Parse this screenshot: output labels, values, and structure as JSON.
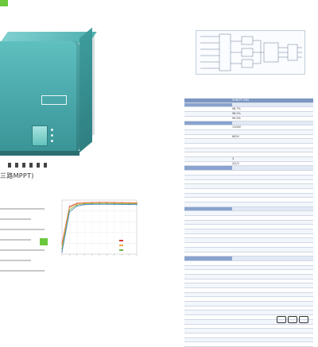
{
  "left": {
    "headline": "三路MPPT)",
    "chart_title": ""
  },
  "chart_data": {
    "type": "line",
    "title": "",
    "xlabel": "",
    "ylabel": "",
    "x": [
      0,
      10,
      20,
      30,
      40,
      50,
      60,
      70,
      80,
      90,
      100
    ],
    "ylim": [
      0,
      100
    ],
    "grid": true,
    "series": [
      {
        "values": [
          60,
          94,
          97,
          97.6,
          97.8,
          97.9,
          97.9,
          97.8,
          97.7,
          97.6,
          97.5
        ],
        "color": "#d9383a"
      },
      {
        "values": [
          58,
          93,
          96.5,
          97.2,
          97.4,
          97.5,
          97.5,
          97.4,
          97.3,
          97.2,
          97.1
        ],
        "color": "#f0a23b"
      },
      {
        "values": [
          55,
          91,
          95.5,
          96.5,
          96.8,
          96.9,
          96.9,
          96.8,
          96.7,
          96.6,
          96.5
        ],
        "color": "#6cb84a"
      },
      {
        "values": [
          52,
          89,
          94.5,
          95.8,
          96.1,
          96.2,
          96.2,
          96.1,
          96.0,
          95.9,
          95.8
        ],
        "color": "#3f7cc4"
      }
    ],
    "legend": {
      "entries": [
        "",
        "",
        ""
      ],
      "position": "bottom-right"
    }
  },
  "diagram": {
    "title": ""
  },
  "spec": {
    "title": "",
    "header": {
      "label": "",
      "value": "SUN(PT-33K)"
    },
    "rows": [
      {
        "label": "",
        "value": "",
        "group": true
      },
      {
        "label": "",
        "value": "98.7%"
      },
      {
        "label": "",
        "value": "98.2%"
      },
      {
        "label": "",
        "value": "99.9%"
      },
      {
        "label": "",
        "value": "",
        "group": true
      },
      {
        "label": "",
        "value": "1100V"
      },
      {
        "label": "",
        "value": ""
      },
      {
        "label": "",
        "value": "600V"
      },
      {
        "label": "",
        "value": ""
      },
      {
        "label": "",
        "value": ""
      },
      {
        "label": "",
        "value": ""
      },
      {
        "label": "",
        "value": ""
      },
      {
        "label": "",
        "value": "3"
      },
      {
        "label": "",
        "value": "2/2/2"
      },
      {
        "label": "",
        "value": "",
        "group": true
      },
      {
        "label": "",
        "value": ""
      },
      {
        "label": "",
        "value": ""
      },
      {
        "label": "",
        "value": ""
      },
      {
        "label": "",
        "value": ""
      },
      {
        "label": "",
        "value": ""
      },
      {
        "label": "",
        "value": ""
      },
      {
        "label": "",
        "value": ""
      },
      {
        "label": "",
        "value": ""
      },
      {
        "label": "",
        "value": "",
        "group": true
      },
      {
        "label": "",
        "value": ""
      },
      {
        "label": "",
        "value": ""
      },
      {
        "label": "",
        "value": ""
      },
      {
        "label": "",
        "value": ""
      },
      {
        "label": "",
        "value": ""
      },
      {
        "label": "",
        "value": ""
      },
      {
        "label": "",
        "value": ""
      },
      {
        "label": "",
        "value": ""
      },
      {
        "label": "",
        "value": ""
      },
      {
        "label": "",
        "value": ""
      },
      {
        "label": "",
        "value": "",
        "group": true
      },
      {
        "label": "",
        "value": ""
      },
      {
        "label": "",
        "value": ""
      },
      {
        "label": "",
        "value": ""
      },
      {
        "label": "",
        "value": ""
      },
      {
        "label": "",
        "value": ""
      },
      {
        "label": "",
        "value": ""
      },
      {
        "label": "",
        "value": ""
      },
      {
        "label": "",
        "value": ""
      },
      {
        "label": "",
        "value": ""
      },
      {
        "label": "",
        "value": ""
      },
      {
        "label": "",
        "value": ""
      },
      {
        "label": "",
        "value": ""
      },
      {
        "label": "",
        "value": ""
      },
      {
        "label": "",
        "value": ""
      },
      {
        "label": "",
        "value": ""
      },
      {
        "label": "",
        "value": ""
      },
      {
        "label": "",
        "value": ""
      },
      {
        "label": "",
        "value": ""
      },
      {
        "label": "",
        "value": ""
      }
    ]
  },
  "colors": {
    "accent_green": "#6cc83c",
    "inverter_teal": "#4aa9ab",
    "table_header": "#7d96c2"
  }
}
